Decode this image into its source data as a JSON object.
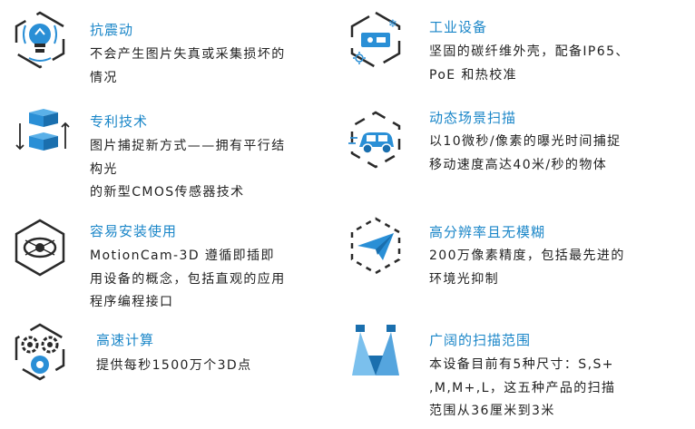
{
  "colors": {
    "accent": "#1a86c8",
    "text": "#222222",
    "icon_dark": "#2a2a2a",
    "icon_blue": "#2a8fd6"
  },
  "features": [
    {
      "icon": "lightbulb-icon",
      "title": "抗震动",
      "lines": [
        "不会产生图片失真或采集损坏的",
        "情况"
      ]
    },
    {
      "icon": "industrial-camera-icon",
      "title": "工业设备",
      "lines": [
        "坚固的碳纤维外壳，配备IP65、",
        "PoE 和热校准"
      ]
    },
    {
      "icon": "patent-cubes-icon",
      "title": "专利技术",
      "lines": [
        "图片捕捉新方式——拥有平行结",
        "构光",
        "的新型CMOS传感器技术"
      ]
    },
    {
      "icon": "moving-car-icon",
      "title": "动态场景扫描",
      "lines": [
        "以10微秒/像素的曝光时间捕捉",
        "移动速度高达40米/秒的物体"
      ]
    },
    {
      "icon": "plug-and-play-icon",
      "title": "容易安装使用",
      "lines": [
        "MotionCam-3D 遵循即插即",
        "用设备的概念，包括直观的应用",
        "程序编程接口"
      ]
    },
    {
      "icon": "paper-plane-icon",
      "title": "高分辨率且无模糊",
      "lines": [
        "200万像素精度，包括最先进的",
        "环境光抑制"
      ]
    },
    {
      "icon": "gears-icon",
      "title": "高速计算",
      "lines": [
        "提供每秒1500万个3D点"
      ]
    },
    {
      "icon": "scan-range-icon",
      "title": "广阔的扫描范围",
      "lines": [
        "本设备目前有5种尺寸：S,S+",
        ",M,M+,L，这五种产品的扫描",
        "范围从36厘米到3米"
      ]
    }
  ]
}
